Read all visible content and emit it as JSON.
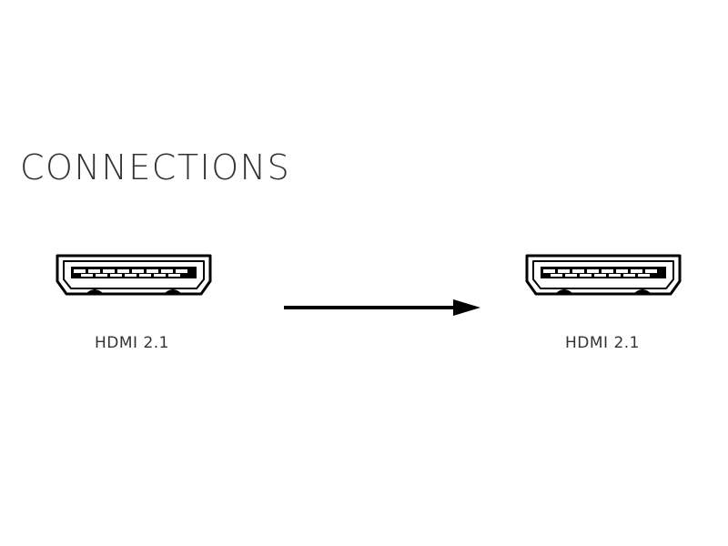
{
  "section": {
    "title": "CONNECTIONS"
  },
  "ports": [
    {
      "label": "HDMI 2.1",
      "icon": "hdmi-port-icon"
    },
    {
      "label": "HDMI 2.1",
      "icon": "hdmi-port-icon"
    }
  ],
  "connector": {
    "icon": "arrow-right-icon",
    "color": "#000000"
  },
  "colors": {
    "text": "#333333",
    "line": "#000000",
    "background": "#ffffff"
  }
}
